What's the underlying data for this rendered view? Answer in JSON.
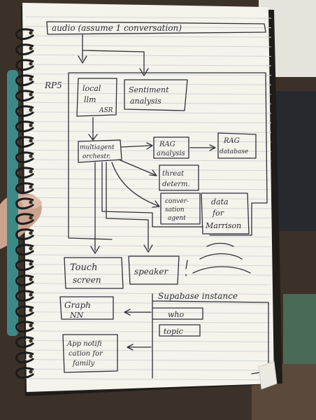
{
  "header": "audio (assume 1 conversation)",
  "rpi_label": "RP5",
  "local_llm_lines": [
    "local",
    "llm"
  ],
  "asr": "ASR",
  "sentiment_lines": [
    "Sentiment",
    "analysis"
  ],
  "orchestrator_lines": [
    "multiagent",
    "orchestr."
  ],
  "rag_analysis_lines": [
    "RAG",
    "analysis"
  ],
  "rag_database_lines": [
    "RAG",
    "database"
  ],
  "threat_lines": [
    "threat",
    "determ."
  ],
  "conversation_lines": [
    "conver-",
    "sation",
    "agent"
  ],
  "data_lines": [
    "data",
    "for",
    "Marrison"
  ],
  "touch_lines": [
    "Touch",
    "screen"
  ],
  "speaker": "speaker",
  "supabase": "Supabase instance",
  "who": "who",
  "topic": "topic",
  "graph_lines": [
    "Graph",
    "NN"
  ],
  "app_lines": [
    "App notifi",
    "cation for",
    "family"
  ]
}
